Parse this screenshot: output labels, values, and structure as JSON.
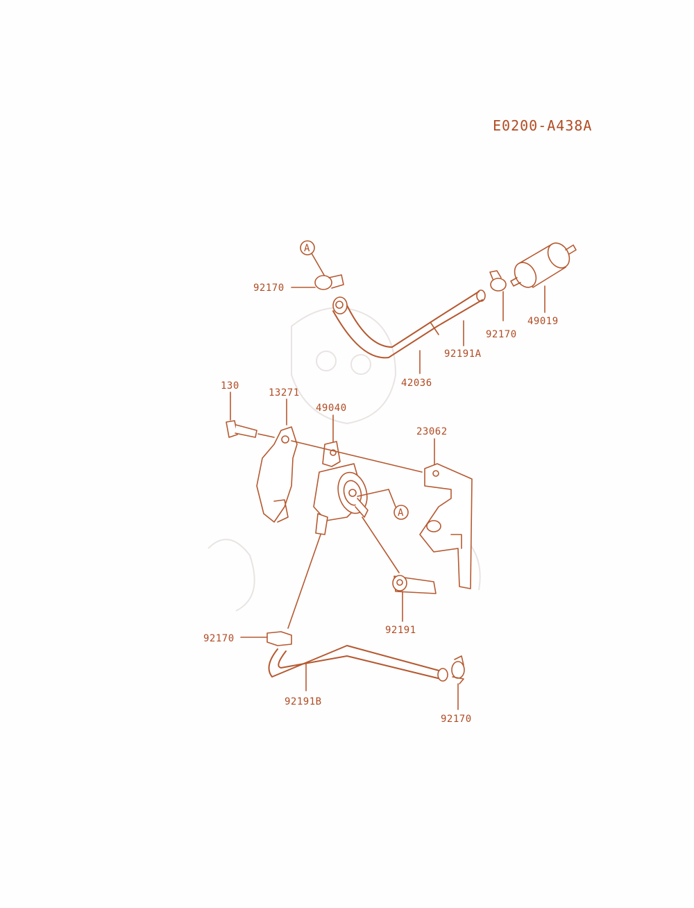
{
  "diagram_code": "E0200-A438A",
  "ref_marker": "A",
  "labels": {
    "clamp_top_left": "92170",
    "clamp_top_right": "92170",
    "filter": "49019",
    "hose_a": "92191A",
    "pipe": "42036",
    "bolt": "130",
    "bracket_small": "13271",
    "pump": "49040",
    "bracket_large": "23062",
    "hose": "92191",
    "clamp_bottom_left": "92170",
    "hose_b": "92191B",
    "clamp_bottom_right": "92170"
  },
  "colors": {
    "line": "#b5582f",
    "text": "#b04a22",
    "background": "#fefefe"
  }
}
